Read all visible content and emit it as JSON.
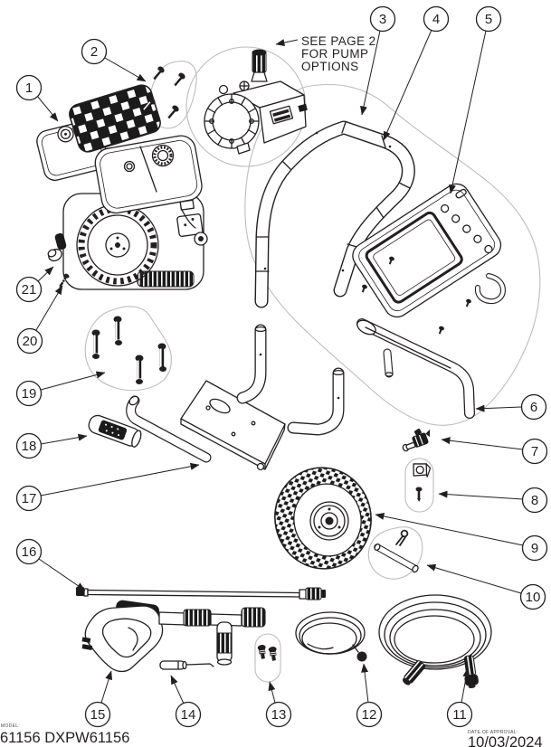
{
  "canvas": {
    "background": "#ffffff",
    "line_color": "#231f20",
    "group_outline_color": "#bdbdbd"
  },
  "pump_note": {
    "line1": "SEE PAGE 2",
    "line2": "FOR PUMP",
    "line3": "OPTIONS"
  },
  "footer": {
    "model_label": "MODEL:",
    "model_value": "61156 DXPW61156",
    "approval_label": "DATE OF APPROVAL:",
    "approval_value": "10/03/2024"
  },
  "callouts": [
    {
      "label": "1"
    },
    {
      "label": "2"
    },
    {
      "label": "3"
    },
    {
      "label": "4"
    },
    {
      "label": "5"
    },
    {
      "label": "6"
    },
    {
      "label": "7"
    },
    {
      "label": "8"
    },
    {
      "label": "9"
    },
    {
      "label": "10"
    },
    {
      "label": "11"
    },
    {
      "label": "12"
    },
    {
      "label": "13"
    },
    {
      "label": "14"
    },
    {
      "label": "15"
    },
    {
      "label": "16"
    },
    {
      "label": "17"
    },
    {
      "label": "18"
    },
    {
      "label": "19"
    },
    {
      "label": "20"
    },
    {
      "label": "21"
    }
  ]
}
